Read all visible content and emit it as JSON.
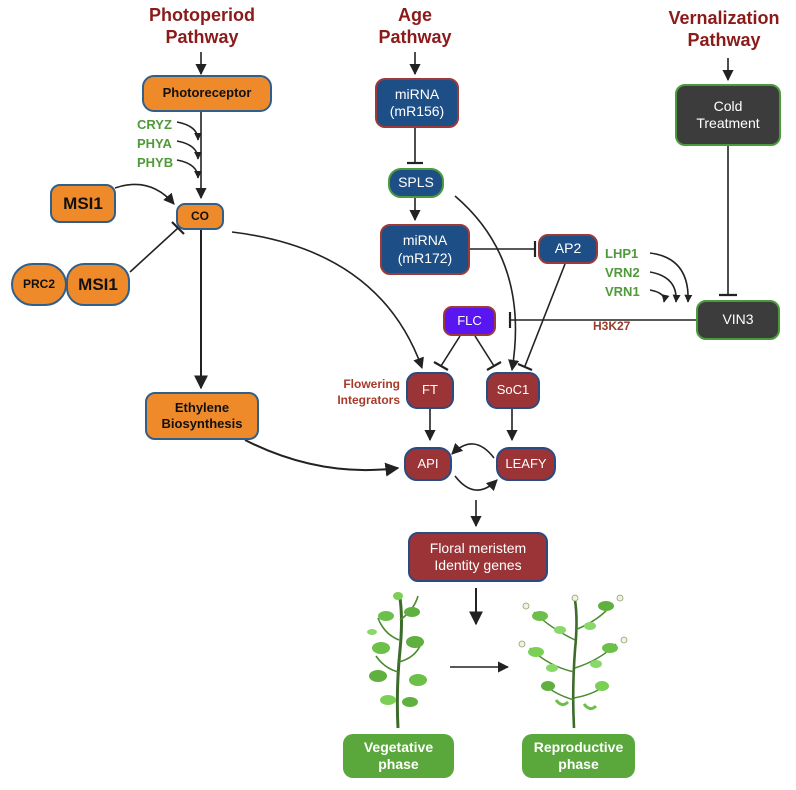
{
  "titles": {
    "photoperiod": "Photoperiod\nPathway",
    "age": "Age\nPathway",
    "vernalization": "Vernalization\nPathway"
  },
  "nodes": {
    "photoreceptor": "Photoreceptor",
    "msi1_top": "MSI1",
    "co": "CO",
    "prc2": "PRC2",
    "msi1_bottom": "MSI1",
    "ethylene": "Ethylene\nBiosynthesis",
    "mirna156": "miRNA\n(mR156)",
    "spls": "SPLS",
    "mirna172": "miRNA\n(mR172)",
    "ap2": "AP2",
    "flc": "FLC",
    "ft": "FT",
    "soc1": "SoC1",
    "api": "API",
    "leafy": "LEAFY",
    "floral": "Floral meristem\nIdentity genes",
    "cold": "Cold\nTreatment",
    "vin3": "VIN3",
    "vegetative": "Vegetative\nphase",
    "reproductive": "Reproductive\nphase"
  },
  "labels": {
    "cryz": "CRYZ",
    "phya": "PHYA",
    "phyb": "PHYB",
    "lhp1": "LHP1",
    "vrn2": "VRN2",
    "vrn1": "VRN1",
    "h3k27": "H3K27",
    "flowering_integrators": "Flowering\nIntegrators"
  },
  "colors": {
    "title": "#8b1a1a",
    "orange": "#ee8a2a",
    "blue": "#1d4f86",
    "maroon": "#9a3436",
    "dark": "#3c3c3c",
    "purple": "#5a16f0",
    "green": "#5aa83c",
    "label_green": "#4f9a3a"
  },
  "icons": [
    "vegetative-plant-icon",
    "reproductive-plant-icon"
  ]
}
